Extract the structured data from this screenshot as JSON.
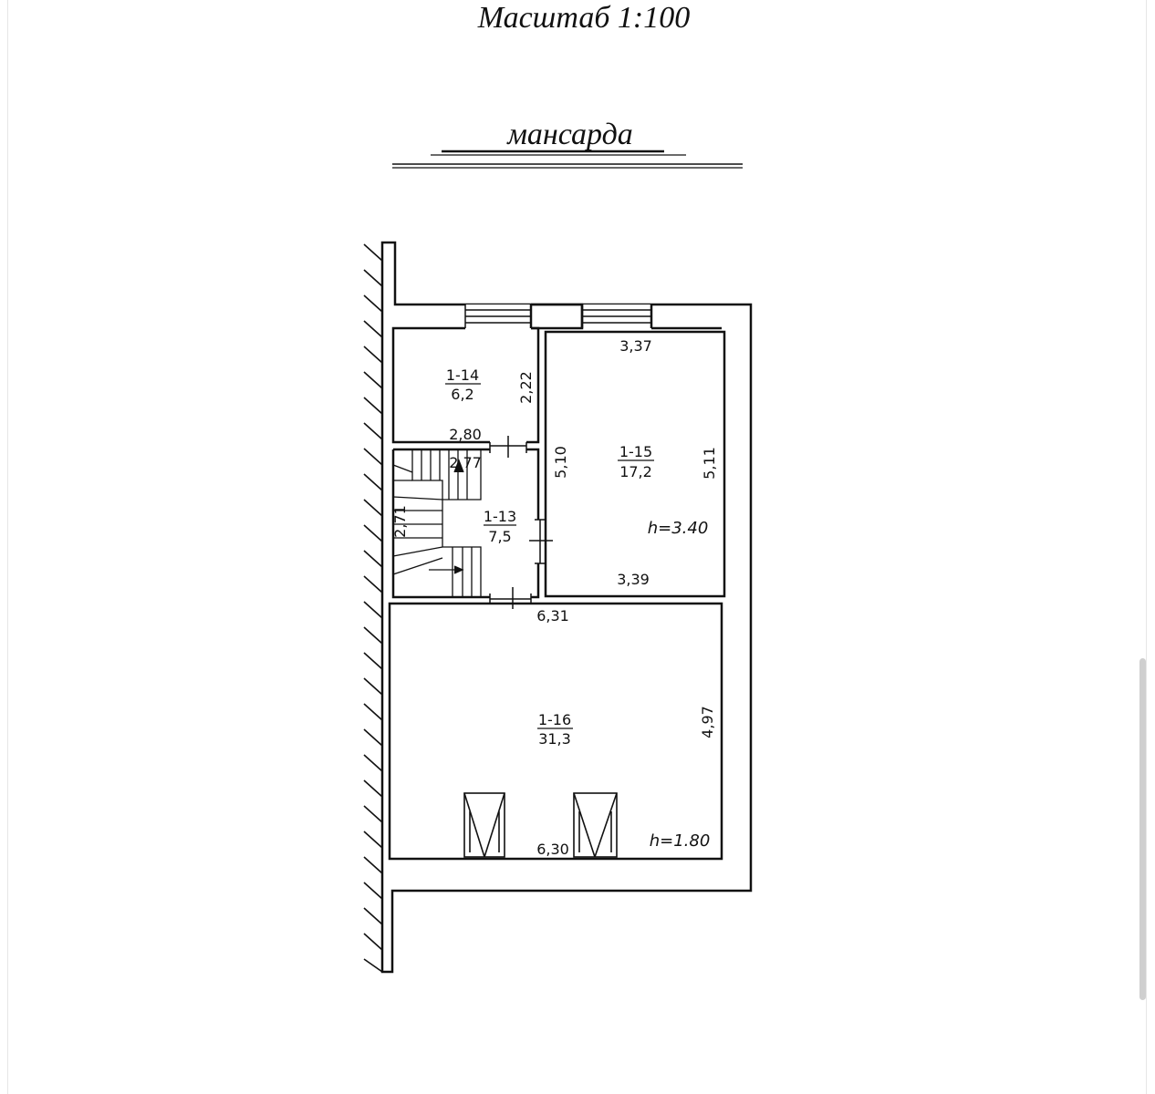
{
  "header": {
    "scale": "Масштаб 1:100",
    "floor": "мансарда"
  },
  "rooms": [
    {
      "id": "1-14",
      "area": "6,2"
    },
    {
      "id": "1-15",
      "area": "17,2"
    },
    {
      "id": "1-13",
      "area": "7,5"
    },
    {
      "id": "1-16",
      "area": "31,3"
    }
  ],
  "dimensions": {
    "room14_width": "2,80",
    "room14_depth": "2,22",
    "room15_top": "3,37",
    "room15_bottom": "3,39",
    "room15_left": "5,10",
    "room15_right": "5,11",
    "stair_width": "2,77",
    "stair_depth": "2,71",
    "room16_top": "6,31",
    "room16_bottom": "6,30",
    "room16_right": "4,97"
  },
  "heights": {
    "room15": "h=3.40",
    "room16": "h=1.80"
  }
}
